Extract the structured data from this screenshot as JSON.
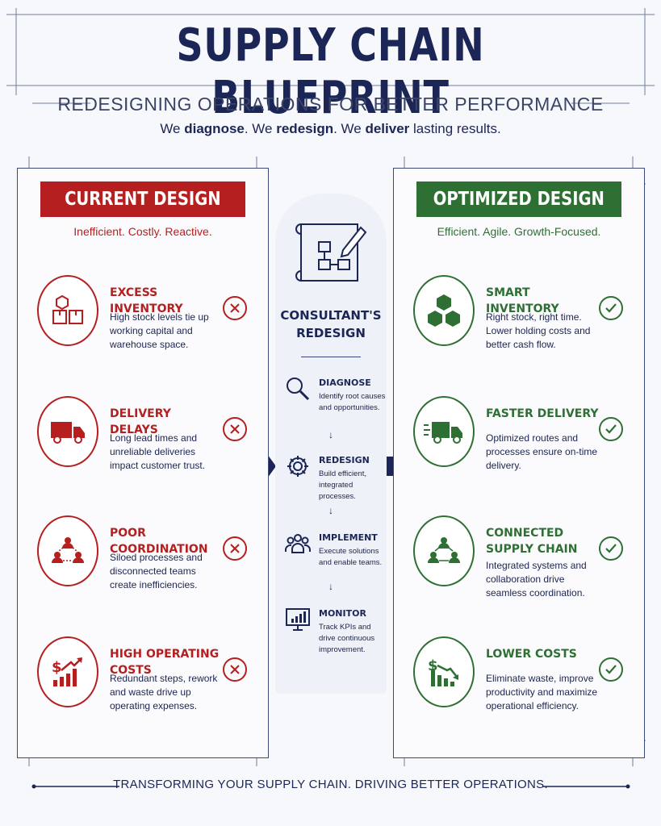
{
  "header": {
    "title": "SUPPLY CHAIN BLUEPRINT",
    "subtitle": "REDESIGNING OPERATIONS FOR BETTER PERFORMANCE",
    "tagline_parts": [
      "We ",
      "diagnose",
      ". We ",
      "redesign",
      ". We ",
      "deliver",
      " lasting results."
    ]
  },
  "current": {
    "banner": "CURRENT DESIGN",
    "tag": "Inefficient. Costly. Reactive.",
    "items": [
      {
        "title": "EXCESS INVENTORY",
        "desc": "High stock levels tie up working capital and warehouse space.",
        "icon": "boxes-icon"
      },
      {
        "title": "DELIVERY DELAYS",
        "desc": "Long lead times and unreliable deliveries impact customer trust.",
        "icon": "truck-icon"
      },
      {
        "title": "POOR COORDINATION",
        "desc": "Siloed processes and disconnected teams create inefficiencies.",
        "icon": "people-network-icon"
      },
      {
        "title": "HIGH OPERATING COSTS",
        "desc": "Redundant steps, rework and waste drive up operating expenses.",
        "icon": "rising-cost-icon"
      }
    ]
  },
  "optimized": {
    "banner": "OPTIMIZED DESIGN",
    "tag": "Efficient. Agile. Growth-Focused.",
    "items": [
      {
        "title": "SMART INVENTORY",
        "desc": "Right stock, right time. Lower holding costs and better cash flow.",
        "icon": "boxes-icon"
      },
      {
        "title": "FASTER DELIVERY",
        "desc": "Optimized routes and processes ensure on-time delivery.",
        "icon": "fast-truck-icon"
      },
      {
        "title": "CONNECTED SUPPLY CHAIN",
        "desc": "Integrated systems and collaboration drive seamless coordination.",
        "icon": "people-network-icon"
      },
      {
        "title": "LOWER COSTS",
        "desc": "Eliminate waste, improve productivity and maximize operational efficiency.",
        "icon": "falling-cost-icon"
      }
    ]
  },
  "center": {
    "title": "CONSULTANT'S REDESIGN",
    "steps": [
      {
        "title": "DIAGNOSE",
        "desc": "Identify root causes and opportunities.",
        "icon": "magnifier-icon"
      },
      {
        "title": "REDESIGN",
        "desc": "Build efficient, integrated processes.",
        "icon": "gear-icon"
      },
      {
        "title": "IMPLEMENT",
        "desc": "Execute solutions and enable teams.",
        "icon": "team-icon"
      },
      {
        "title": "MONITOR",
        "desc": "Track KPIs and drive continuous improvement.",
        "icon": "monitor-chart-icon"
      }
    ]
  },
  "footer": "TRANSFORMING YOUR SUPPLY CHAIN. DRIVING BETTER OPERATIONS.",
  "colors": {
    "navy": "#1b2657",
    "red": "#b51f1f",
    "green": "#2e7034"
  }
}
